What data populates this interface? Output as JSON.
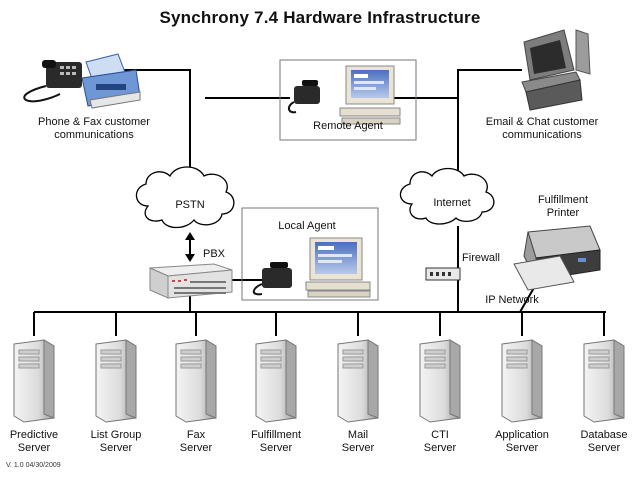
{
  "title": "Synchrony 7.4 Hardware Infrastructure",
  "version": "V. 1.0 04/30/2009",
  "labels": {
    "phone_fax": [
      "Phone & Fax customer",
      "communications"
    ],
    "remote_agent": "Remote Agent",
    "email_chat": [
      "Email & Chat customer",
      "communications"
    ],
    "pstn": "PSTN",
    "internet": "Internet",
    "local_agent": "Local Agent",
    "pbx": "PBX",
    "firewall": "Firewall",
    "fulfillment_printer": [
      "Fulfillment",
      "Printer"
    ],
    "ip_network": "IP Network"
  },
  "servers": [
    {
      "line1": "Predictive",
      "line2": "Server"
    },
    {
      "line1": "List Group",
      "line2": "Server"
    },
    {
      "line1": "Fax",
      "line2": "Server"
    },
    {
      "line1": "Fulfillment",
      "line2": "Server"
    },
    {
      "line1": "Mail",
      "line2": "Server"
    },
    {
      "line1": "CTI",
      "line2": "Server"
    },
    {
      "line1": "Application",
      "line2": "Server"
    },
    {
      "line1": "Database",
      "line2": "Server"
    }
  ]
}
